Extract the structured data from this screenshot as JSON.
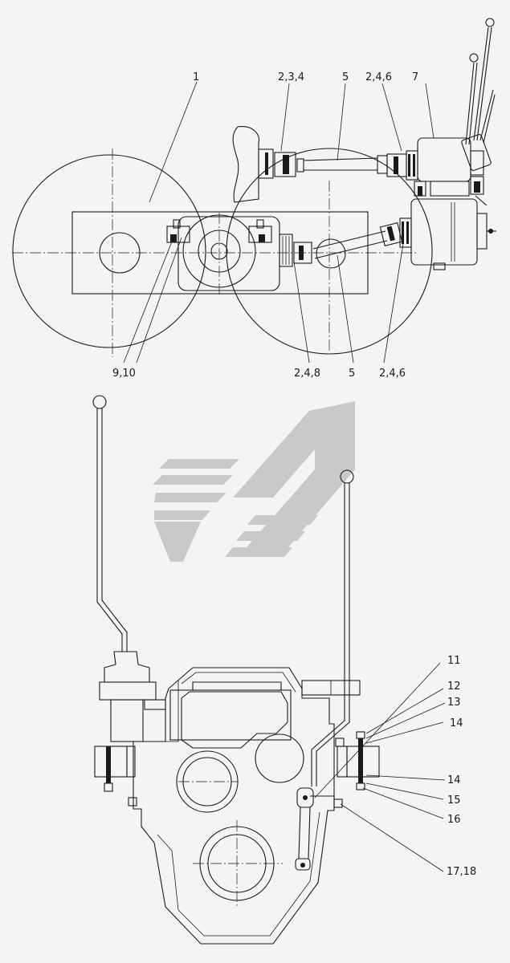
{
  "top_view": {
    "labels": {
      "l1": "1",
      "l234": "2,3,4",
      "l5a": "5",
      "l246a": "2,4,6",
      "l7": "7",
      "l910": "9,10",
      "l248": "2,4,8",
      "l5b": "5",
      "l246b": "2,4,6"
    }
  },
  "side_view": {
    "labels": {
      "l11": "11",
      "l12": "12",
      "l13": "13",
      "l14a": "14",
      "l14b": "14",
      "l15": "15",
      "l16": "16",
      "l1718": "17,18"
    }
  },
  "colors": {
    "line": "#1a1a1a",
    "background": "#f4f4f4",
    "watermark": "#c9c9c9"
  }
}
